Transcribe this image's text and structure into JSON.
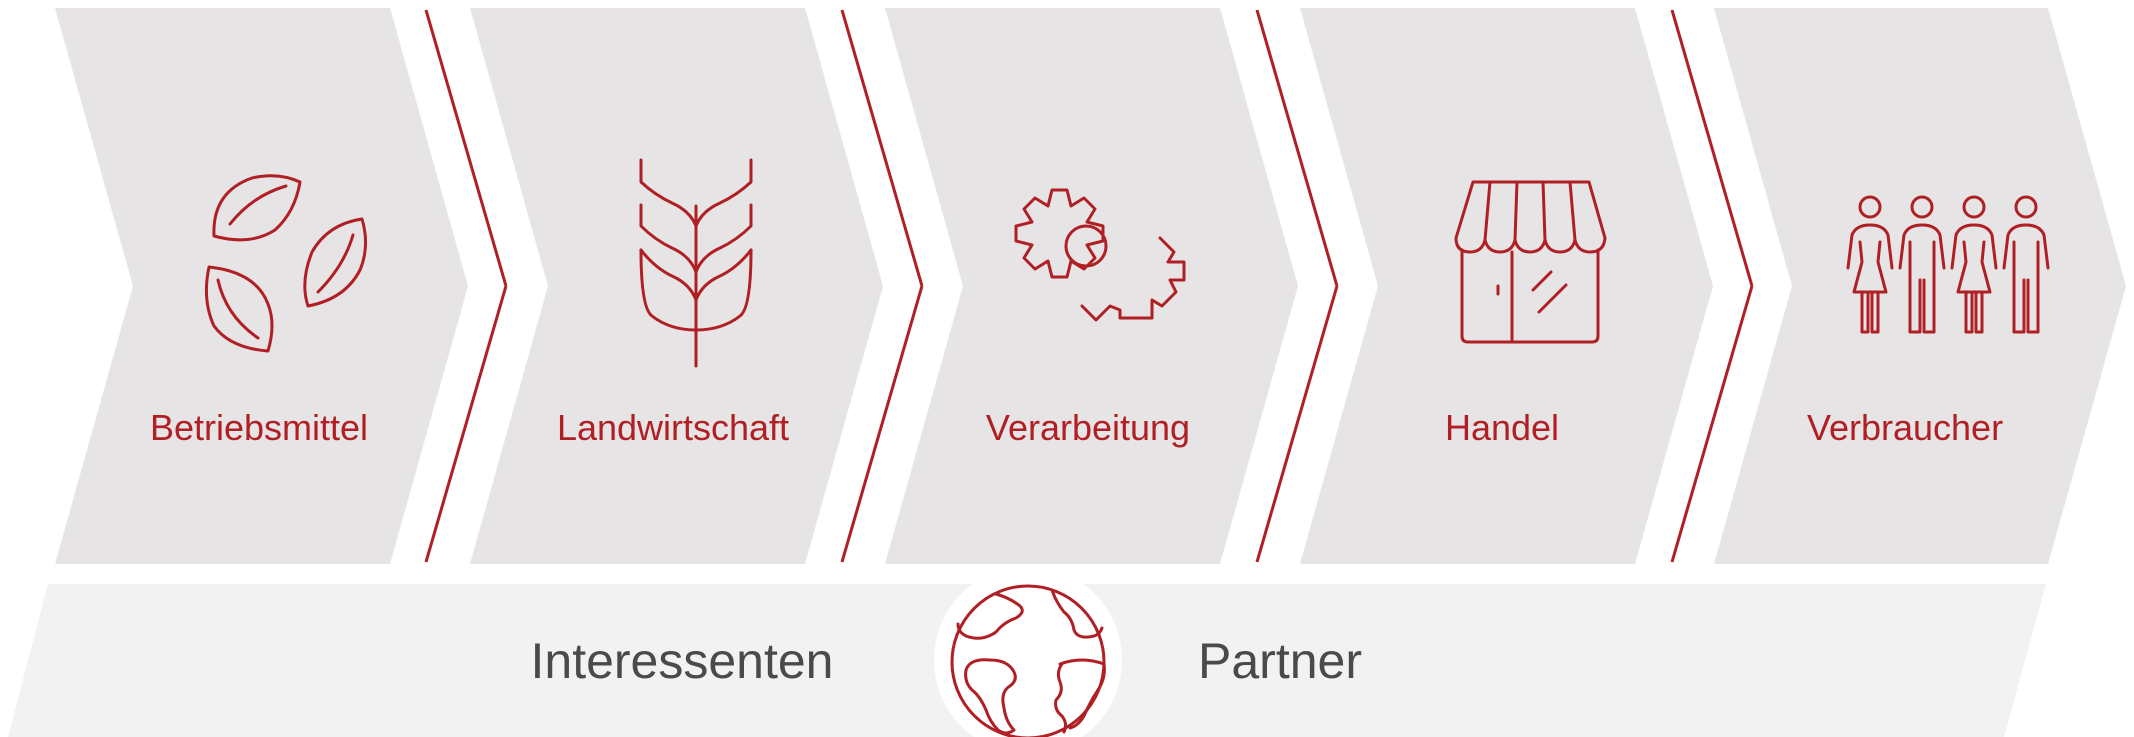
{
  "colors": {
    "accent": "#b01f24",
    "chevron_fill": "#e6e4e5",
    "band_fill": "#f2f2f2",
    "band_text": "#4a4a4a",
    "background": "#ffffff"
  },
  "stages": [
    {
      "label": "Betriebsmittel",
      "icon": "seeds-icon"
    },
    {
      "label": "Landwirtschaft",
      "icon": "wheat-icon"
    },
    {
      "label": "Verarbeitung",
      "icon": "gears-icon"
    },
    {
      "label": "Handel",
      "icon": "shop-icon"
    },
    {
      "label": "Verbraucher",
      "icon": "people-icon"
    }
  ],
  "band": {
    "left_label": "Interessenten",
    "right_label": "Partner",
    "icon": "globe-icon"
  }
}
